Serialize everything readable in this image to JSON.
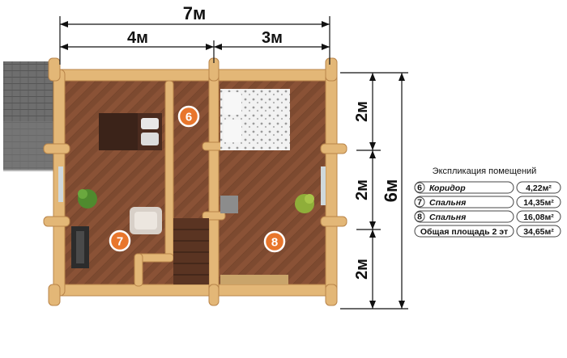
{
  "dimensions": {
    "total_width": "7м",
    "left_width": "4м",
    "right_width": "3м",
    "total_height": "6м",
    "segment_top": "2м",
    "segment_middle": "2м",
    "segment_bottom": "2м"
  },
  "room_markers": [
    {
      "number": "6",
      "color": "#e8762c"
    },
    {
      "number": "7",
      "color": "#e8762c"
    },
    {
      "number": "8",
      "color": "#e8762c"
    }
  ],
  "legend": {
    "title": "Экспликация помещений",
    "rows": [
      {
        "num": "6",
        "name": "Коридор",
        "area": "4,22м²"
      },
      {
        "num": "7",
        "name": "Спальня",
        "area": "14,35м²"
      },
      {
        "num": "8",
        "name": "Спальня",
        "area": "16,08м²"
      }
    ],
    "total_label": "Общая площадь 2 эт",
    "total_area": "34,65м²"
  },
  "colors": {
    "floor": "#8a5236",
    "log_wall": "#e3b777",
    "roof": "#6e6e6e",
    "marker": "#e8762c"
  }
}
